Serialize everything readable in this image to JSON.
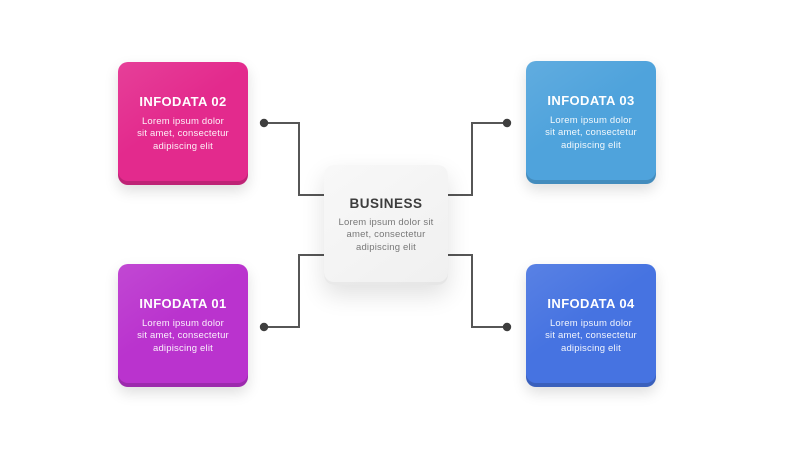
{
  "infographic": {
    "background_color": "#ffffff",
    "center": {
      "title": "BUSINESS",
      "body_lines": [
        "Lorem ipsum dolor sit",
        "amet, consectetur",
        "adipiscing elit"
      ],
      "bg_color": "#f4f4f4",
      "title_color": "#3d3d3d",
      "body_color": "#787878"
    },
    "boxes": [
      {
        "title": "INFODATA 02",
        "position": "top-left",
        "color": "#e32a8d",
        "body_lines": [
          "Lorem ipsum dolor",
          "sit amet, consectetur",
          "adipiscing elit"
        ]
      },
      {
        "title": "INFODATA 03",
        "position": "top-right",
        "color": "#4fa3dc",
        "body_lines": [
          "Lorem ipsum dolor",
          "sit amet, consectetur",
          "adipiscing elit"
        ]
      },
      {
        "title": "INFODATA 01",
        "position": "bottom-left",
        "color": "#ba33ce",
        "body_lines": [
          "Lorem ipsum dolor",
          "sit amet, consectetur",
          "adipiscing elit"
        ]
      },
      {
        "title": "INFODATA 04",
        "position": "bottom-right",
        "color": "#4673e1",
        "body_lines": [
          "Lorem ipsum dolor",
          "sit amet, consectetur",
          "adipiscing elit"
        ]
      }
    ],
    "connectors": {
      "line_color": "#565656",
      "dot_color": "#3e3e3e"
    }
  }
}
